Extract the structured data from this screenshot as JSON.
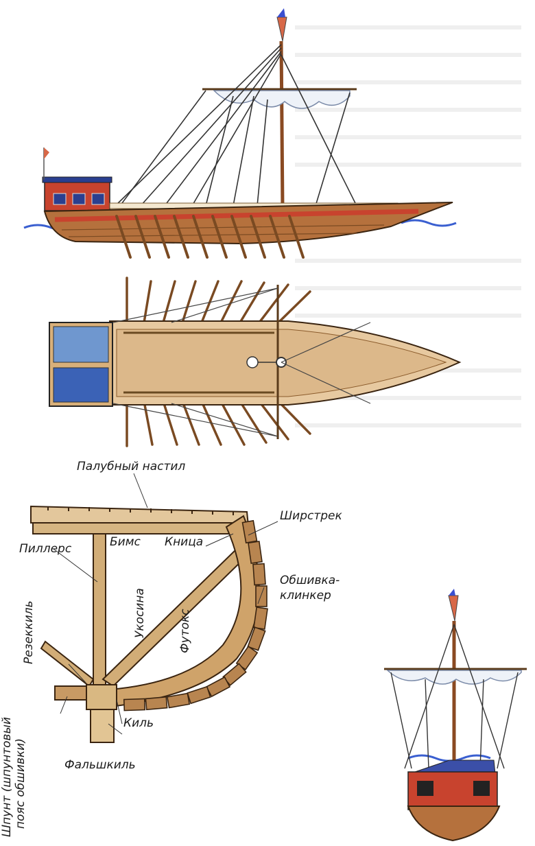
{
  "labels": {
    "deck": "Палубный настил",
    "sheerstrake": "Ширстрек",
    "beam": "Бимс",
    "knee": "Кница",
    "pillar": "Пиллерс",
    "clinker_1": "Обшивка-",
    "clinker_2": "клинкер",
    "brace": "Укосина",
    "futtock": "Футокс",
    "rabbet_keel": "Резеккиль",
    "keel": "Киль",
    "false_keel": "Фальшкиль",
    "garboard_1": "Шпунт (шпунтовый",
    "garboard_2": "пояс обшивки)"
  }
}
